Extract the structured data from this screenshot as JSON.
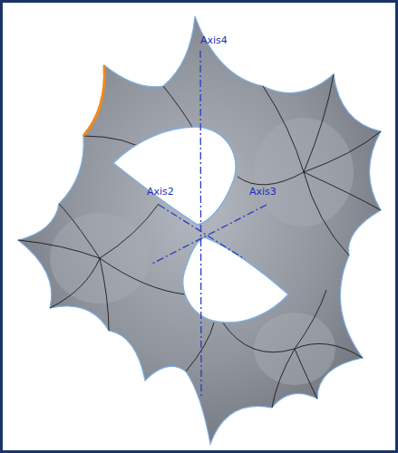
{
  "diagram": {
    "labels": [
      "Axis4",
      "Axis2",
      "Axis3"
    ]
  }
}
